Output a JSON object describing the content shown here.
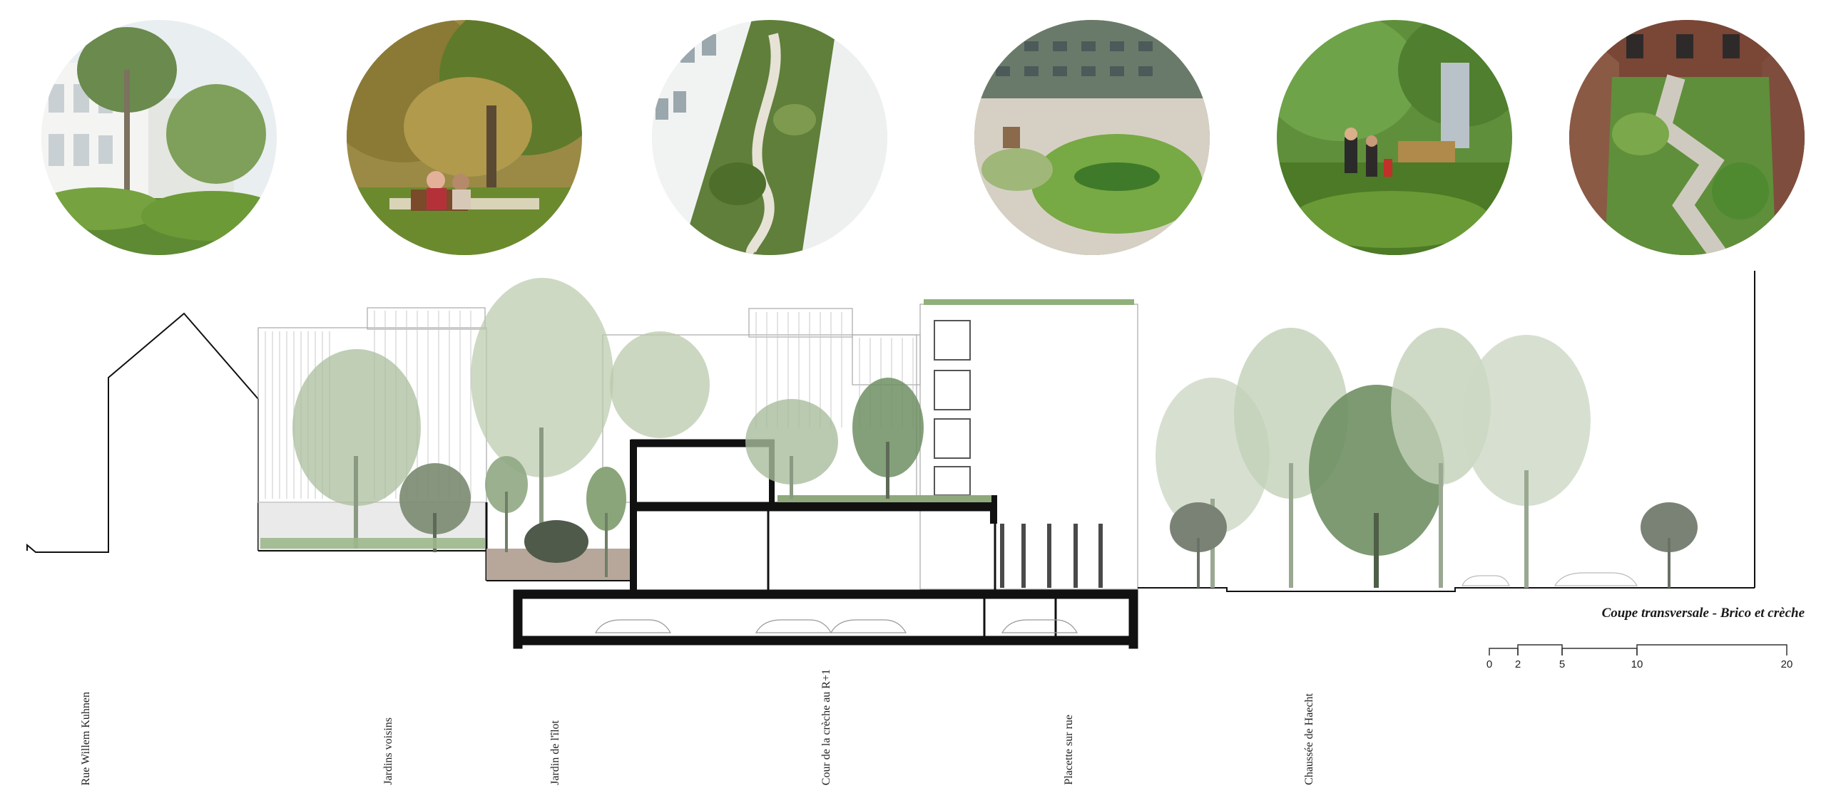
{
  "section_title": "Coupe transversale - Brico et crèche",
  "scale": {
    "ticks": [
      "0",
      "2",
      "5",
      "10",
      "20"
    ]
  },
  "locations": [
    "Rue Willem Kuhnen",
    "Jardins voisins",
    "Jardin de l'îlot",
    "Cour de la crèche au R+1",
    "Placette sur rue",
    "Chaussée de Haecht"
  ],
  "photos": [
    "courtyard-with-white-building-photo",
    "park-with-bench-and-people-photo",
    "aerial-planted-courtyard-photo",
    "playground-lawn-photo",
    "community-garden-photo",
    "brick-courtyard-with-path-photo"
  ],
  "colors": {
    "vegetation_light": "#cdd8c4",
    "vegetation_mid": "#a9bd9c",
    "vegetation_dark": "#6f8f63",
    "structure": "#111111",
    "building_line": "#9a9a9a"
  }
}
